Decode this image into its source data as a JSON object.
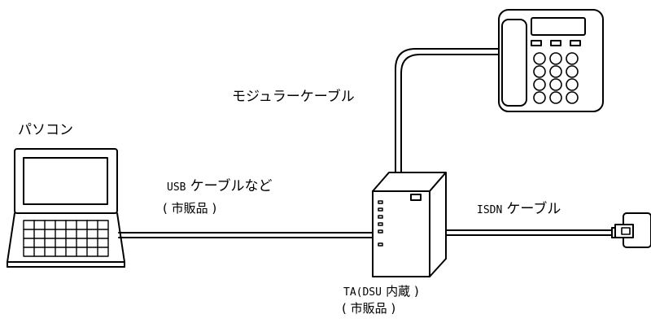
{
  "labels": {
    "pc": "パソコン",
    "modular_cable": "モジュラーケーブル",
    "usb_cable_prefix": "USB",
    "usb_cable_text": "ケーブルなど",
    "usb_cable_note": "( 市販品 )",
    "isdn_cable_prefix": "ISDN",
    "isdn_cable_text": "ケーブル",
    "ta_line1_prefix": "TA(DSU",
    "ta_line1_text": "内蔵 )",
    "ta_line2": "( 市販品 )"
  },
  "icons": [
    "laptop-icon",
    "telephone-icon",
    "terminal-adapter-icon",
    "wall-jack-icon"
  ],
  "colors": {
    "line": "#000000",
    "background": "#ffffff"
  }
}
